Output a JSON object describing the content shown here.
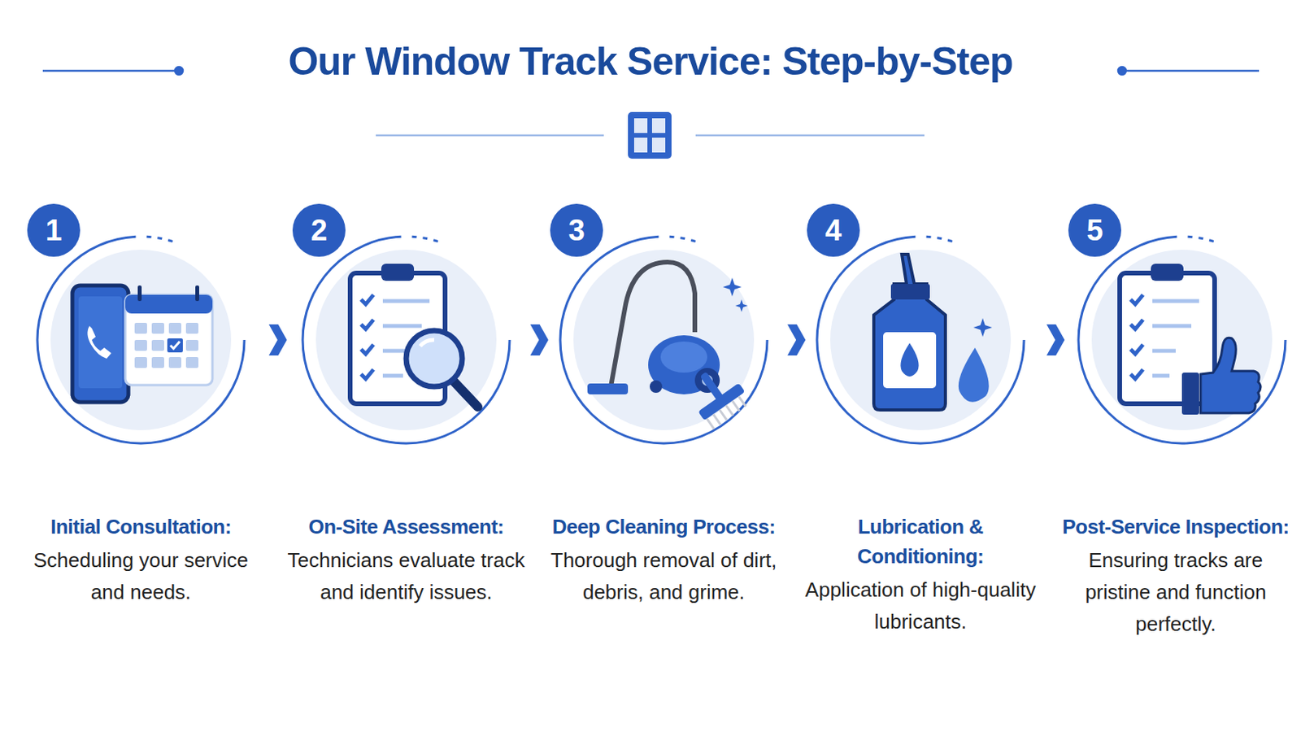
{
  "diagram": {
    "title": "Our Window Track Service: Step-by-Step",
    "nodes": [
      {
        "text": [
          "1"
        ]
      },
      {
        "text": [
          "Initial Consultation:",
          "Scheduling your service and needs."
        ]
      },
      {
        "text": [
          "2"
        ]
      },
      {
        "text": [
          "On-Site Assessment:",
          "Technicians evaluate track and identify issues."
        ]
      },
      {
        "text": [
          "3"
        ]
      },
      {
        "text": [
          "Deep Cleaning Process:",
          "Thorough removal of dirt, debris, and grime."
        ]
      },
      {
        "text": [
          "4"
        ]
      },
      {
        "text": [
          "Lubrication & Conditioning:",
          "Application of high-quality lubricants."
        ]
      },
      {
        "text": [
          "5"
        ]
      },
      {
        "text": [
          "Post-Service Inspection:",
          "Ensuring tracks are pristine and function perfectly."
        ]
      }
    ],
    "edges": [
      {
        "from": 1,
        "to": 3,
        "arrow": "to"
      },
      {
        "from": 3,
        "to": 5,
        "arrow": "to"
      },
      {
        "from": 5,
        "to": 7,
        "arrow": "to"
      },
      {
        "from": 7,
        "to": 9,
        "arrow": "to"
      }
    ]
  }
}
